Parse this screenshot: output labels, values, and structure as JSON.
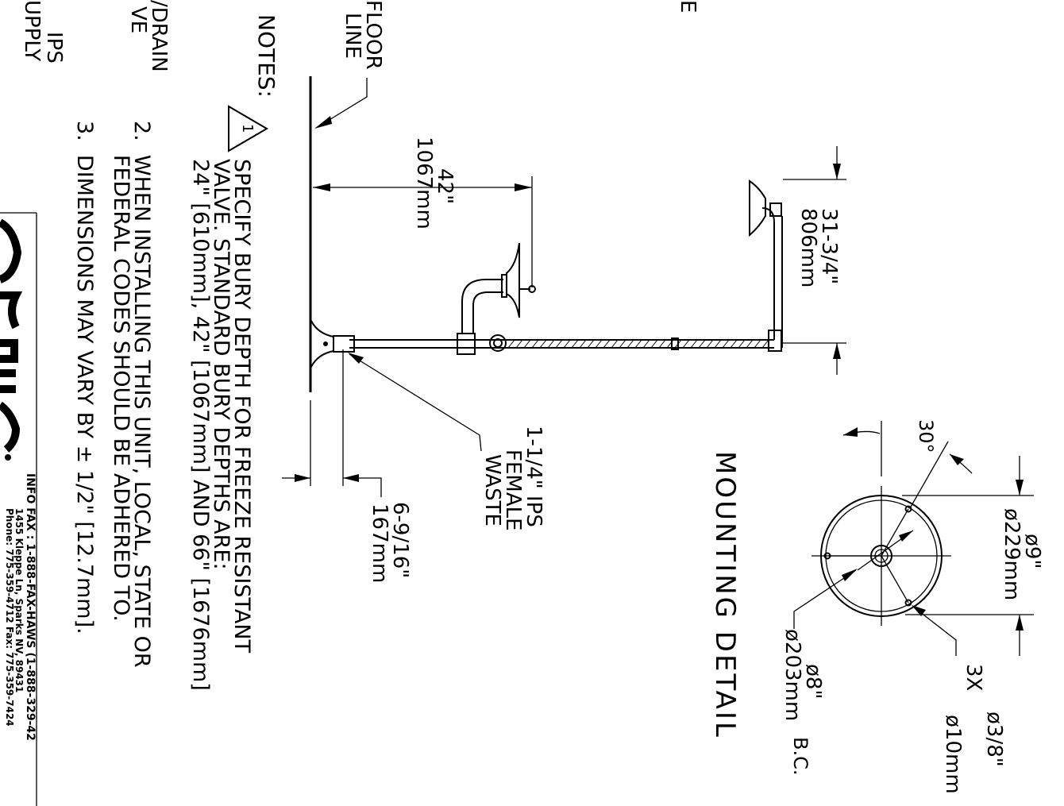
{
  "edge_labels": {
    "line1": "IPS",
    "line2": "UPPLY",
    "drain1": "/DRAIN",
    "drain2": "VE",
    "top_right": "E"
  },
  "floor_label": {
    "line1": "FLOOR",
    "line2": "LINE"
  },
  "dimensions": {
    "riser_height": {
      "imperial": "42\"",
      "metric": "1067mm"
    },
    "head_height": {
      "imperial": "31-3/4\"",
      "metric": "806mm"
    },
    "waste_offset": {
      "imperial": "6-9/16\"",
      "metric": "167mm"
    }
  },
  "waste_label": {
    "line1": "1-1/4\" IPS",
    "line2": "FEMALE",
    "line3": "WASTE"
  },
  "mounting_detail": {
    "title": "MOUNTING DETAIL",
    "angle": "30°",
    "outer_diameter": {
      "imperial": "ø9\"",
      "metric": "ø229mm"
    },
    "bolt_circle": {
      "imperial": "ø8\"",
      "metric": "ø203mm",
      "suffix": "B.C."
    },
    "holes": {
      "count": "3X",
      "imperial": "ø3/8\"",
      "metric": "ø10mm"
    }
  },
  "notes": {
    "heading": "NOTES:",
    "note1_flag": "1",
    "note1": [
      "SPECIFY BURY DEPTH FOR FREEZE RESISTANT",
      "VALVE. STANDARD BURY DEPTHS ARE:",
      "24\" [610mm], 42\" [1067mm] AND 66\" [1676mm]"
    ],
    "note2": [
      "2.  WHEN INSTALLING THIS UNIT, LOCAL, STATE OR",
      "     FEDERAL CODES SHOULD BE ADHERED TO."
    ],
    "note3": "3.  DIMENSIONS MAY VARY BY ± 1/2\" [12.7mm]."
  },
  "company": {
    "info_fax": "INFO FAX : 1-888-FAX-HAWS (1-888-329-42",
    "address": "1455 Kleppe Ln, Sparks NV, 89431",
    "phone": "Phone: 775-359-4712 Fax: 775-359-7424"
  }
}
